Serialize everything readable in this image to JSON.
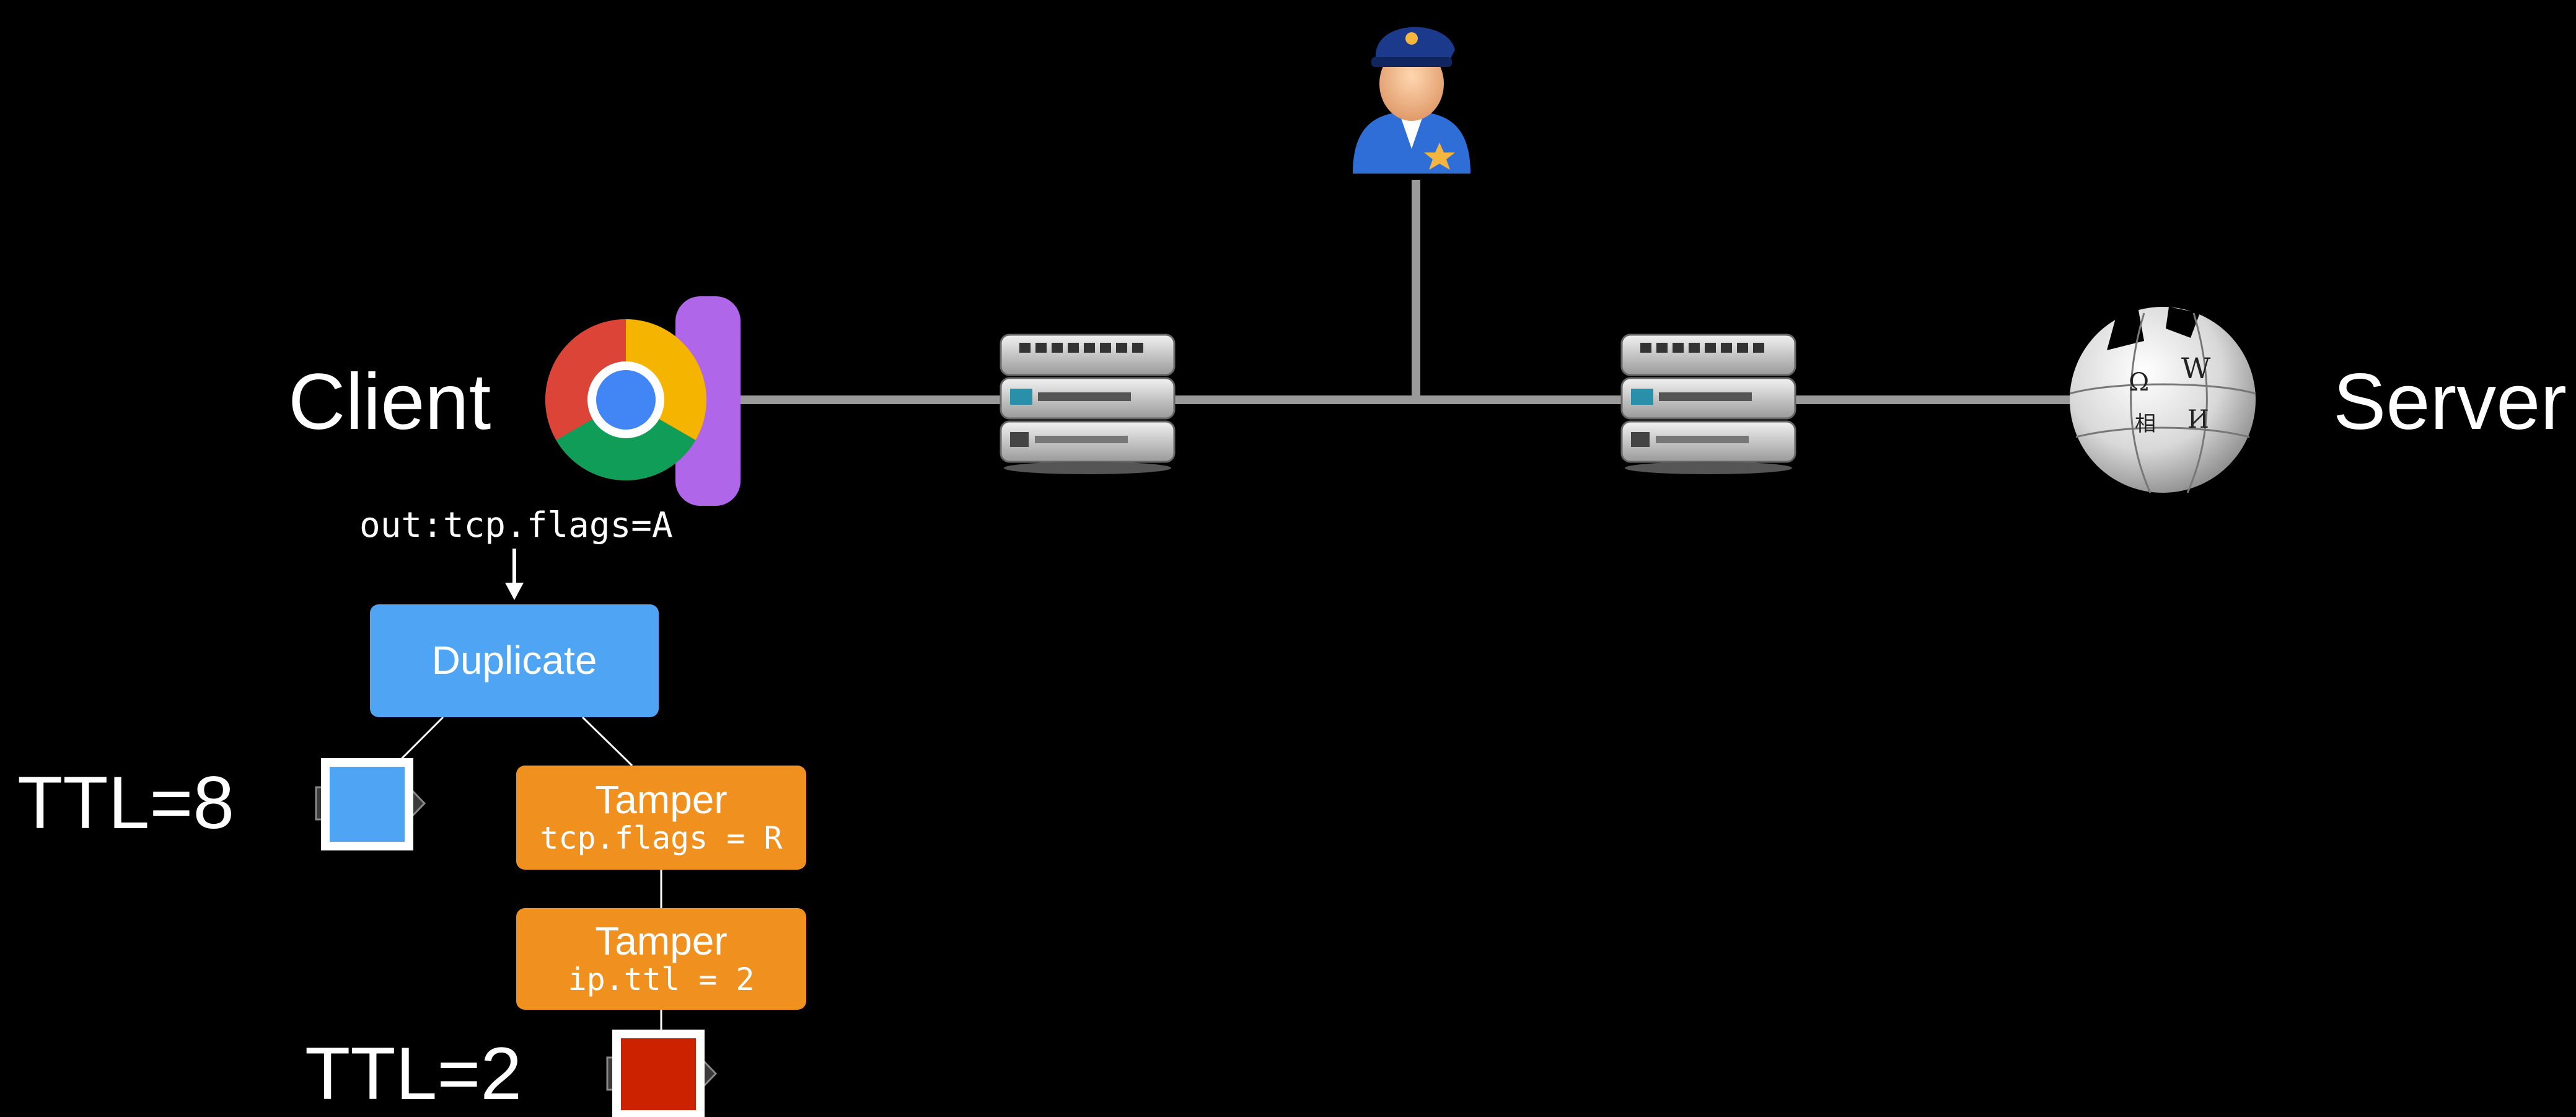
{
  "nodes": {
    "client_label": "Client",
    "server_label": "Server"
  },
  "filter": {
    "label": "out:tcp.flags=A"
  },
  "actions": {
    "duplicate": {
      "title": "Duplicate"
    },
    "tamper_flags": {
      "title": "Tamper",
      "detail": "tcp.flags = R"
    },
    "tamper_ttl": {
      "title": "Tamper",
      "detail": "ip.ttl = 2"
    }
  },
  "packets": {
    "ttl8_label": "TTL=8",
    "ttl2_label": "TTL=2"
  },
  "colors": {
    "background": "#000000",
    "line": "#9a9a9a",
    "duplicate": "#4fa4f4",
    "tamper": "#f0901f",
    "packet_ttl8": "#4fa4f4",
    "packet_ttl2": "#cc2200",
    "geneva_bar": "#b066e8"
  },
  "icons": [
    "chrome-browser-icon",
    "geneva-bar-icon",
    "router-icon",
    "police-officer-icon",
    "wikipedia-globe-icon",
    "packet-icon"
  ]
}
